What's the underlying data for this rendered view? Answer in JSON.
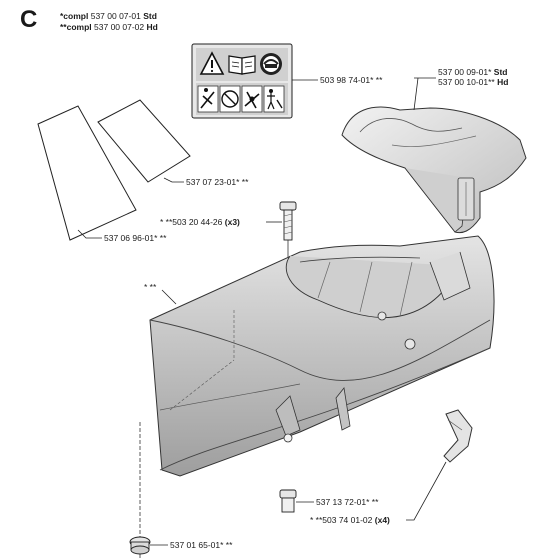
{
  "section": {
    "letter": "C",
    "line1": {
      "prefix": "*compl",
      "number": "537 00 07-01",
      "suffix": "Std"
    },
    "line2": {
      "prefix": "**compl",
      "number": "537 00 07-02",
      "suffix": "Hd"
    }
  },
  "warning_decal": {
    "symbols_top": [
      "warning-triangle-icon",
      "manual-book-icon",
      "ear-eye-protection-icon"
    ],
    "symbols_bottom": [
      "kickback-warning-icon",
      "no-one-hand-icon",
      "two-hand-grip-icon",
      "bystander-warning-icon"
    ]
  },
  "parts": {
    "decal_label": "503 98 74-01* **",
    "cover_std": {
      "number": "537 00 09-01*",
      "suffix": "Std"
    },
    "cover_hd": {
      "number": "537 00 10-01**",
      "suffix": "Hd"
    },
    "filter_small": "537 07 23-01* **",
    "screw": {
      "number": "* **503 20 44-26",
      "qty": "(x3)"
    },
    "filter_large": "537 06 96-01* **",
    "housing": "* **",
    "sleeve": "537 13 72-01* **",
    "clip": {
      "number": "* **503 74 01-02",
      "qty": "(x4)"
    },
    "grommet": "537 01 65-01* **"
  }
}
